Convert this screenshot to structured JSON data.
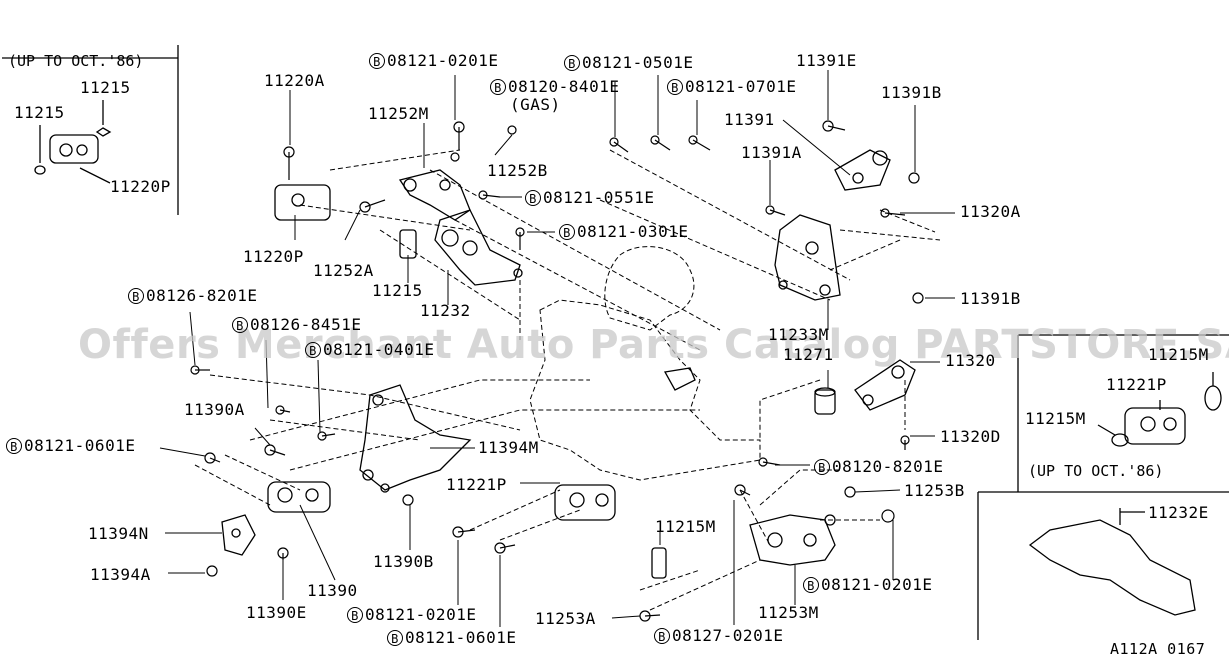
{
  "watermark": "Offers Merchant Auto Parts Catalog PARTSTORE.SA",
  "figure_code": "A112A 0167",
  "inset_top_left": {
    "caption": "(UP TO OCT.'86)",
    "parts": [
      "11215",
      "11215",
      "11220P"
    ]
  },
  "inset_right": {
    "caption": "(UP TO OCT.'86)",
    "parts": [
      "11215M",
      "11221P",
      "11215M"
    ]
  },
  "inset_bottom_right": {
    "parts": [
      "11232E"
    ]
  },
  "bolt_symbol": "B",
  "part_labels": {
    "p11220A": "11220A",
    "p11252M": "11252M",
    "p11252B": "11252B",
    "p11220P": "11220P",
    "p11252A": "11252A",
    "p11215": "11215",
    "p11232": "11232",
    "p11391E": "11391E",
    "p11391B_top": "11391B",
    "p11391": "11391",
    "p11391A": "11391A",
    "p11320A": "11320A",
    "p11391B_mid": "11391B",
    "p11233M": "11233M",
    "p11271": "11271",
    "p11320": "11320",
    "p11320D": "11320D",
    "p11390A": "11390A",
    "p11394M": "11394M",
    "p11221P": "11221P",
    "p11394N": "11394N",
    "p11394A": "11394A",
    "p11390": "11390",
    "p11390B": "11390B",
    "p11390E": "11390E",
    "p11215M": "11215M",
    "p11253B": "11253B",
    "p11253A": "11253A",
    "p11253M": "11253M"
  },
  "bolt_labels": {
    "b1": "08121-0201E",
    "b2": "08121-0501E",
    "b3": "08120-8401E",
    "b3_note": "(GAS)",
    "b4": "08121-0701E",
    "b5": "08121-0551E",
    "b6": "08121-0301E",
    "b7": "08126-8201E",
    "b8": "08126-8451E",
    "b9": "08121-0401E",
    "b10": "08121-0601E",
    "b11": "08120-8201E",
    "b12": "08121-0201E",
    "b13": "08121-0201E",
    "b14": "08121-0601E",
    "b15": "08127-0201E"
  }
}
